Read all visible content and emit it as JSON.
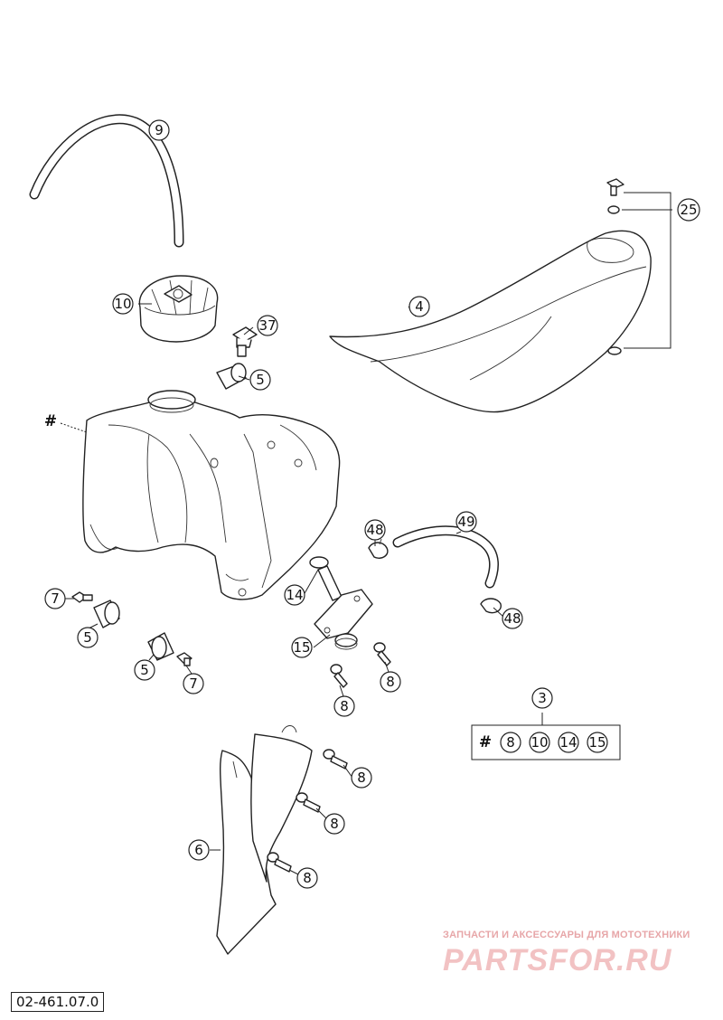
{
  "diagram_code": "02-461.07.0",
  "watermark": {
    "tagline": "ЗАПЧАСТИ И АКСЕССУАРЫ ДЛЯ МОТОТЕХНИКИ",
    "logo": "PARTSFOR.RU"
  },
  "callouts": {
    "hose_top": "9",
    "cap": "10",
    "seat_bolt": "37",
    "spacer_upper": "5",
    "seat": "4",
    "seat_hardware": "25",
    "tank_hash": "#",
    "clip_upper": "48",
    "fuel_hose": "49",
    "oring": "14",
    "clip_lower": "48",
    "bolt_left": "7",
    "spacer_left": "5",
    "spacer_mid": "5",
    "bolt_mid": "7",
    "tap": "15",
    "screw_tap_right": "8",
    "screw_tap_left": "8",
    "kit": "3",
    "shroud": "6",
    "screw_shroud_1": "8",
    "screw_shroud_2": "8",
    "screw_shroud_3": "8"
  },
  "kit_contents": [
    "#",
    "8",
    "10",
    "14",
    "15"
  ]
}
